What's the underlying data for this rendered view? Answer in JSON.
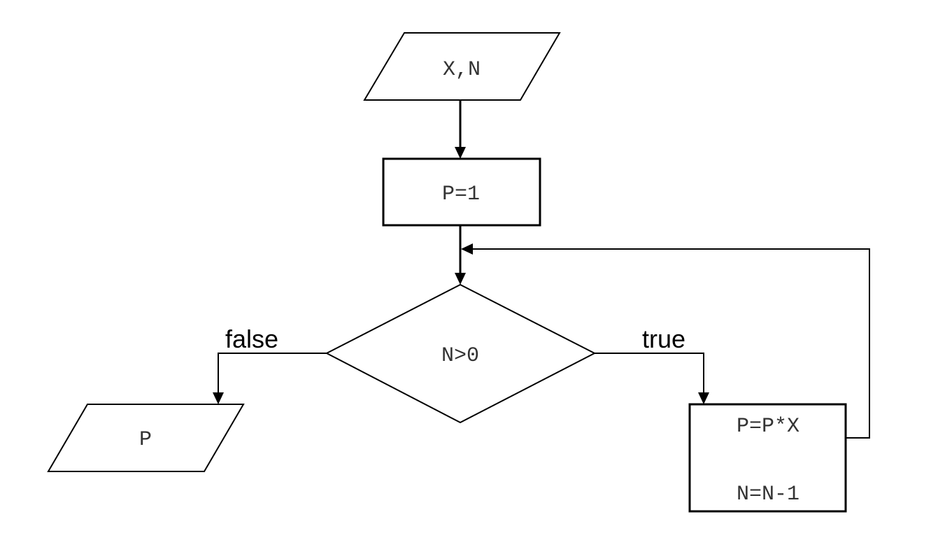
{
  "diagram": {
    "nodes": {
      "input": {
        "text": "X,N"
      },
      "init": {
        "text": "P=1"
      },
      "condition": {
        "text": "N>0"
      },
      "output": {
        "text": "P"
      },
      "loop_body": {
        "line1": "P=P*X",
        "line2": "N=N-1"
      }
    },
    "edges": {
      "false_label": "false",
      "true_label": "true"
    }
  }
}
